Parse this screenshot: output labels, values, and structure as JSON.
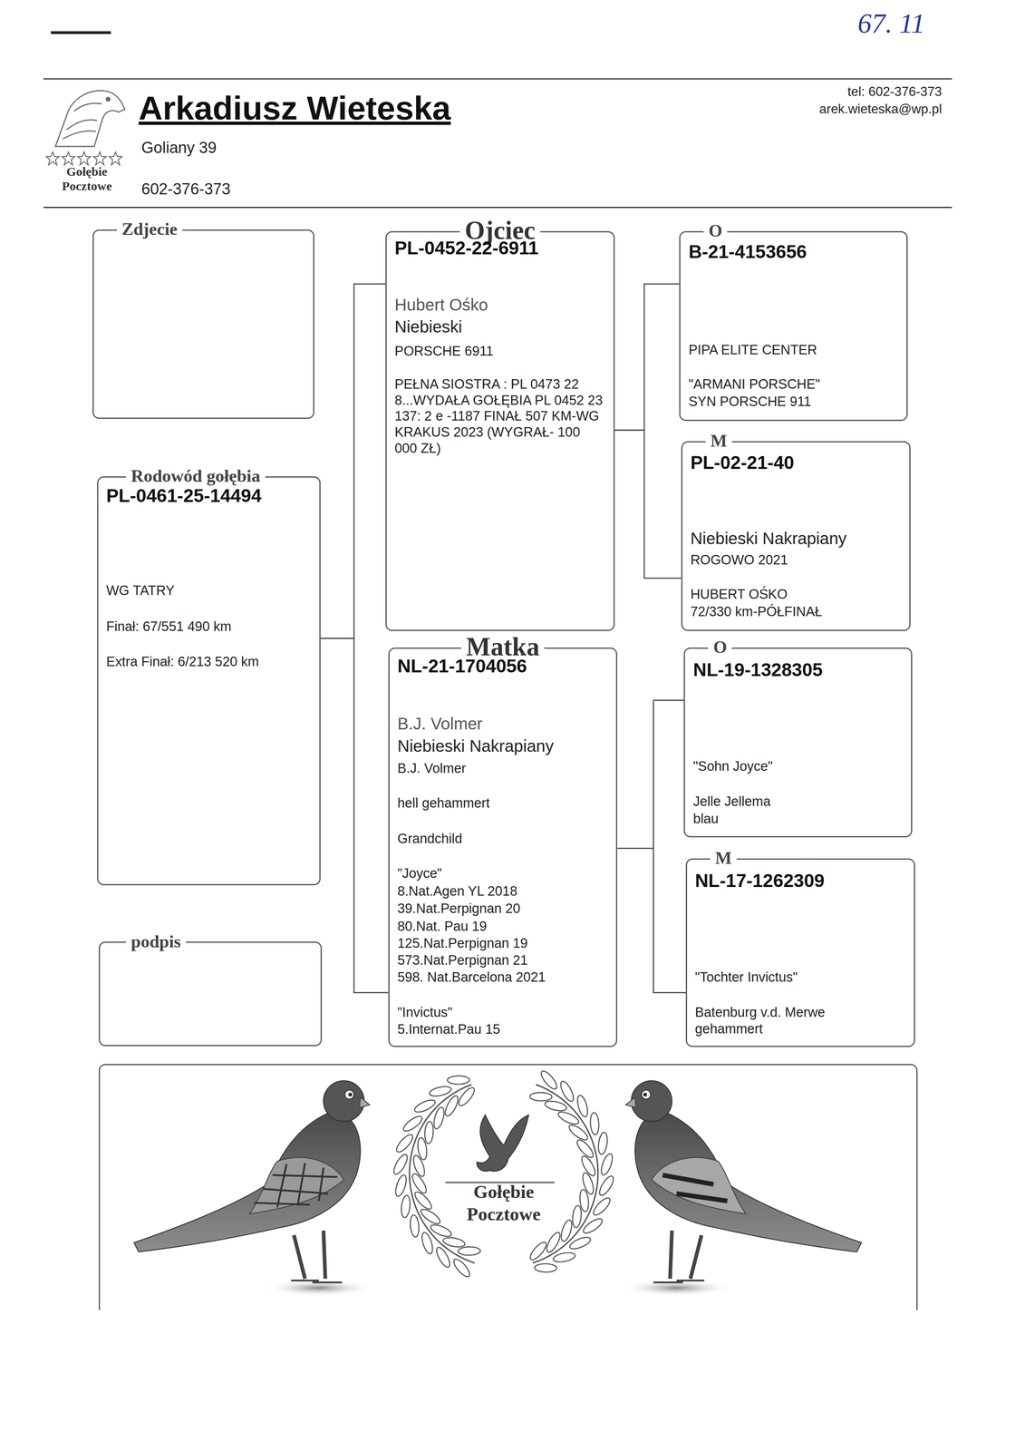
{
  "diagram": {
    "title": "Arkadiusz Wieteska",
    "nodes": [
      {
        "text": [
          "Zdjecie"
        ]
      },
      {
        "text": [
          "Rodowód gołębia",
          "PL-0461-25-14494",
          "WG TATRY",
          "Finał: 67/551 490 km",
          "Extra Finał: 6/213 520 km"
        ]
      },
      {
        "text": [
          "podpis"
        ]
      },
      {
        "text": [
          "Ojciec",
          "PL-0452-22-6911",
          "Hubert Ośko",
          "Niebieski",
          "PORSCHE 6911",
          "PEŁNA SIOSTRA : PL 0473 22 8...WYDAŁA GOŁĘBIA PL 0452 23 137: 2 e -1187 FINAŁ 507 KM-WG KRAKUS 2023 (WYGRAŁ- 100 000 ZŁ)"
        ]
      },
      {
        "text": [
          "Matka",
          "NL-21-1704056",
          "B.J. Volmer",
          "Niebieski Nakrapiany",
          "B.J. Volmer",
          "hell gehammert",
          "Grandchild",
          "\"Joyce\"",
          "8.Nat.Agen YL 2018",
          "39.Nat.Perpignan 20",
          "80.Nat. Pau 19",
          "125.Nat.Perpignan 19",
          "573.Nat.Perpignan 21",
          "598. Nat.Barcelona 2021",
          "\"Invictus\"",
          "5.Internat.Pau 15"
        ]
      },
      {
        "text": [
          "O",
          "B-21-4153656",
          "PIPA ELITE CENTER",
          "\"ARMANI PORSCHE\"",
          "SYN PORSCHE 911"
        ]
      },
      {
        "text": [
          "M",
          "PL-02-21-40",
          "Niebieski Nakrapiany",
          "ROGOWO 2021",
          "HUBERT OŚKO",
          "72/330 km-PÓŁFINAŁ"
        ]
      },
      {
        "text": [
          "O",
          "NL-19-1328305",
          "\"Sohn Joyce\"",
          "Jelle Jellema",
          "blau"
        ]
      },
      {
        "text": [
          "M",
          "NL-17-1262309",
          "\"Tochter Invictus\"",
          "Batenburg v.d. Merwe",
          "gehammert"
        ]
      },
      {
        "text": [
          "Gołębie Pocztowe"
        ]
      }
    ],
    "edges": [
      {
        "from": 1,
        "to": 3,
        "arrow": "none"
      },
      {
        "from": 1,
        "to": 4,
        "arrow": "none"
      },
      {
        "from": 3,
        "to": 5,
        "arrow": "none"
      },
      {
        "from": 3,
        "to": 6,
        "arrow": "none"
      },
      {
        "from": 4,
        "to": 7,
        "arrow": "none"
      },
      {
        "from": 4,
        "to": 8,
        "arrow": "none"
      }
    ],
    "labels": [
      "67. 11",
      "Goliany 39",
      "602-376-373",
      "tel: 602-376-373",
      "arek.wieteska@wp.pl",
      "Gołębie Pocztowe"
    ]
  }
}
